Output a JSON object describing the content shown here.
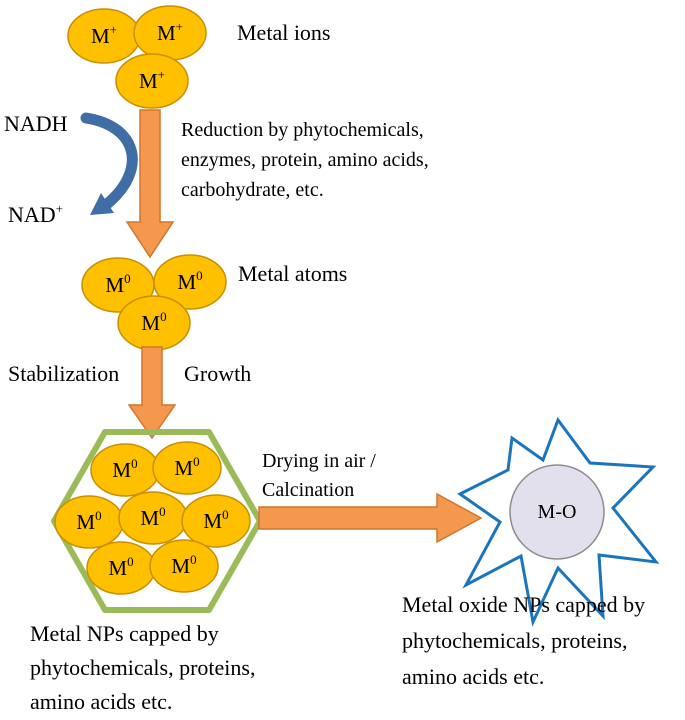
{
  "symbols": {
    "metal": "M",
    "ion_superscript": "+",
    "atom_superscript": "0"
  },
  "labels": {
    "metal_ions": "Metal ions",
    "metal_atoms": "Metal atoms",
    "nadh": "NADH",
    "nad": "NAD",
    "nad_superscript": "+",
    "stabilization": "Stabilization",
    "growth": "Growth",
    "drying_line1": "Drying in air /",
    "drying_line2": "Calcination",
    "metal_oxide_core": "M-O"
  },
  "reduction_note": {
    "line1": "Reduction by phytochemicals,",
    "line2": "enzymes, protein, amino acids,",
    "line3": "carbohydrate, etc."
  },
  "captions": {
    "metal_np": {
      "line1": "Metal NPs capped by",
      "line2": "phytochemicals, proteins,",
      "line3": "amino acids etc."
    },
    "metal_oxide_np": {
      "line1": "Metal oxide NPs capped by",
      "line2": "phytochemicals, proteins,",
      "line3": "amino acids etc."
    }
  },
  "colors": {
    "particle_fill": "#FFC000",
    "particle_stroke": "#C98F00",
    "arrow_fill": "#F4984E",
    "arrow_stroke": "#D0752C",
    "nadh_arrow_blue": "#3F6DA6",
    "hexagon_stroke": "#9BBB59",
    "star_stroke": "#1B75BC",
    "core_fill": "#E3E0ED",
    "core_stroke": "#8C8C8C"
  }
}
